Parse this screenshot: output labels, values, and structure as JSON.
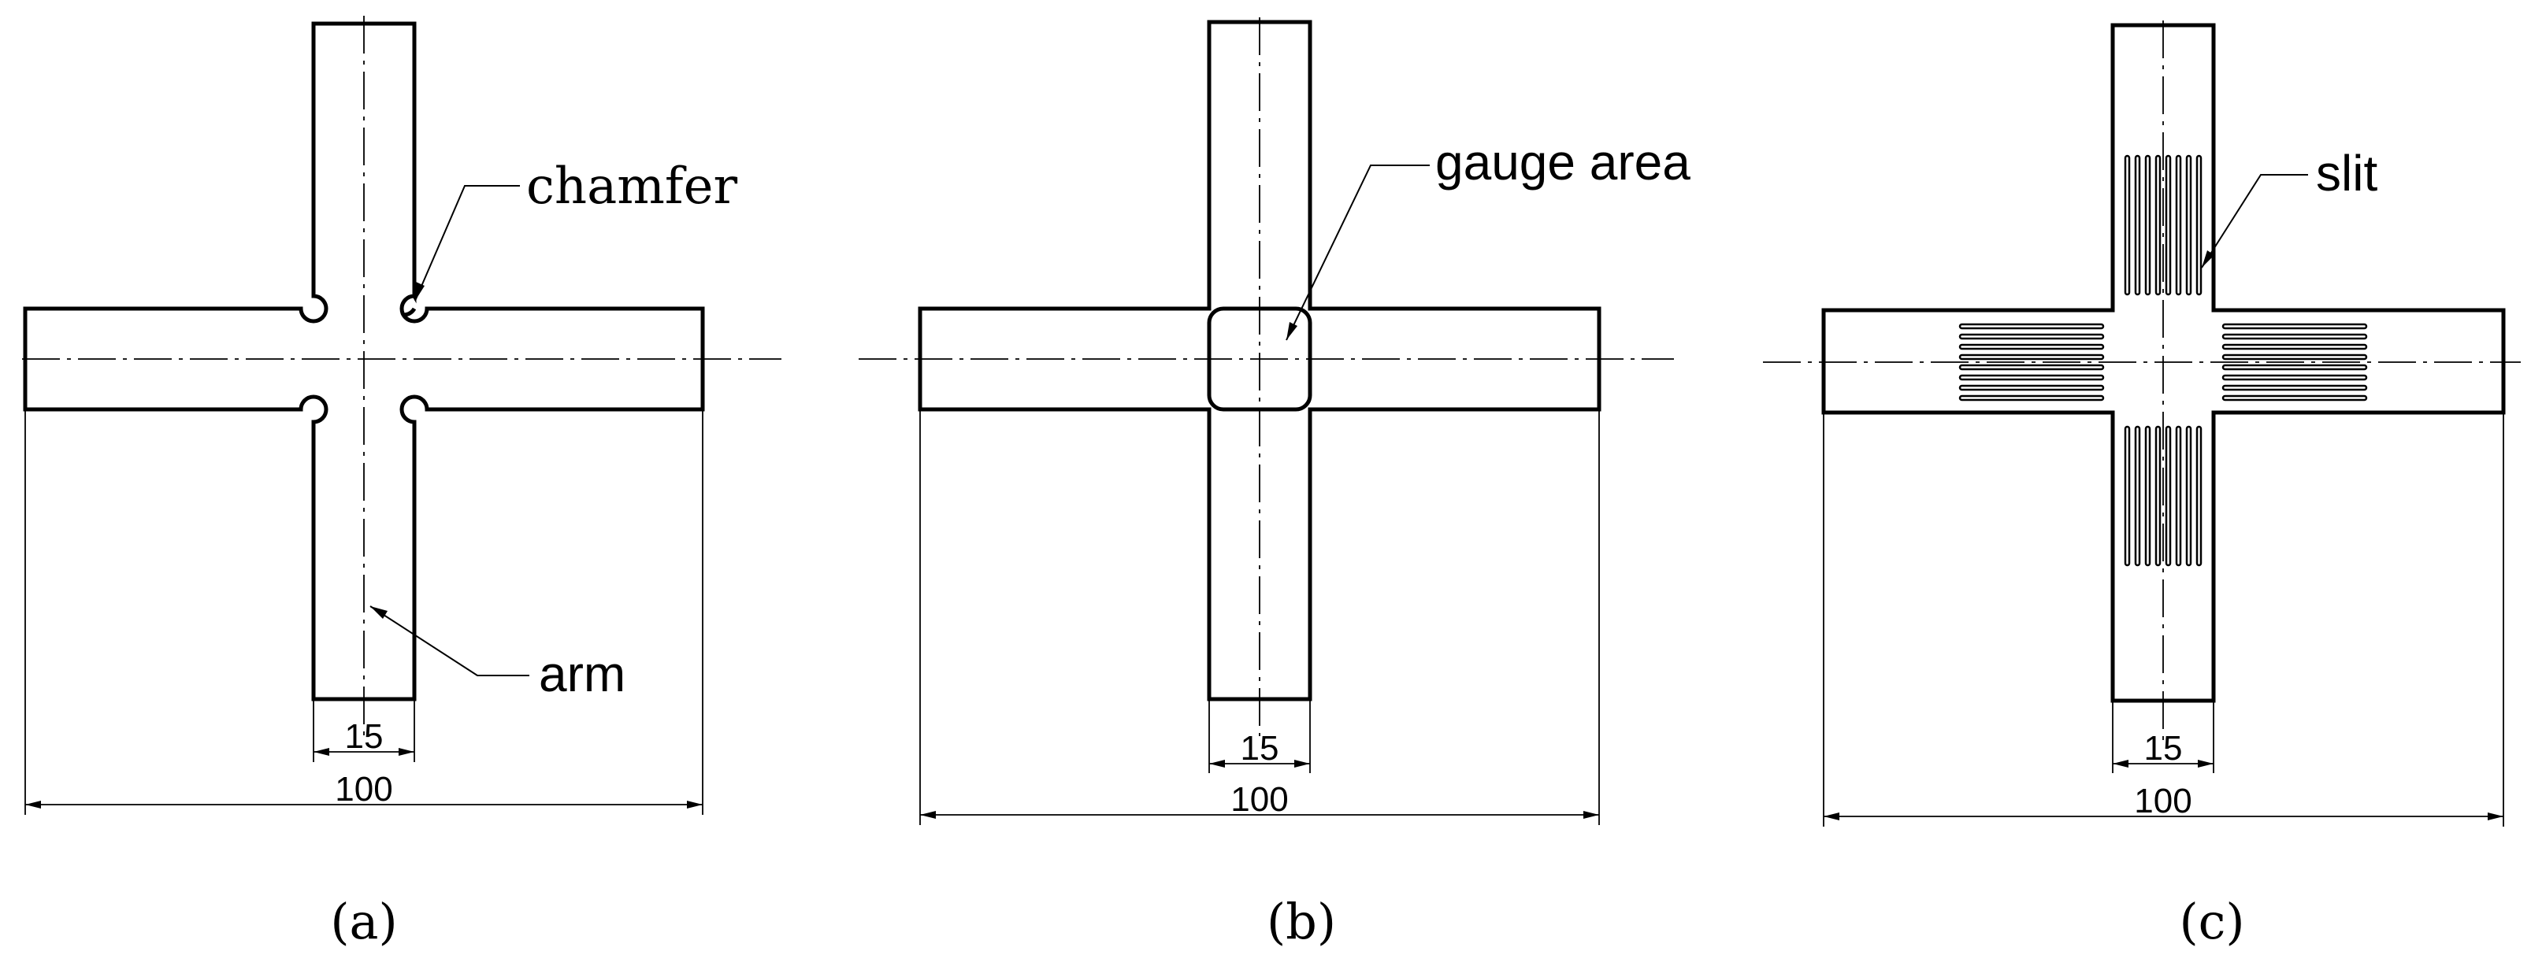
{
  "figure_a": {
    "caption": "(a)",
    "callouts": {
      "chamfer": "chamfer",
      "arm": "arm"
    },
    "dimensions": {
      "arm_width": "15",
      "overall_length": "100"
    }
  },
  "figure_b": {
    "caption": "(b)",
    "callouts": {
      "gauge_area": "gauge area"
    },
    "dimensions": {
      "arm_width": "15",
      "overall_length": "100"
    }
  },
  "figure_c": {
    "caption": "(c)",
    "callouts": {
      "slit": "slit"
    },
    "dimensions": {
      "arm_width": "15",
      "overall_length": "100"
    }
  }
}
